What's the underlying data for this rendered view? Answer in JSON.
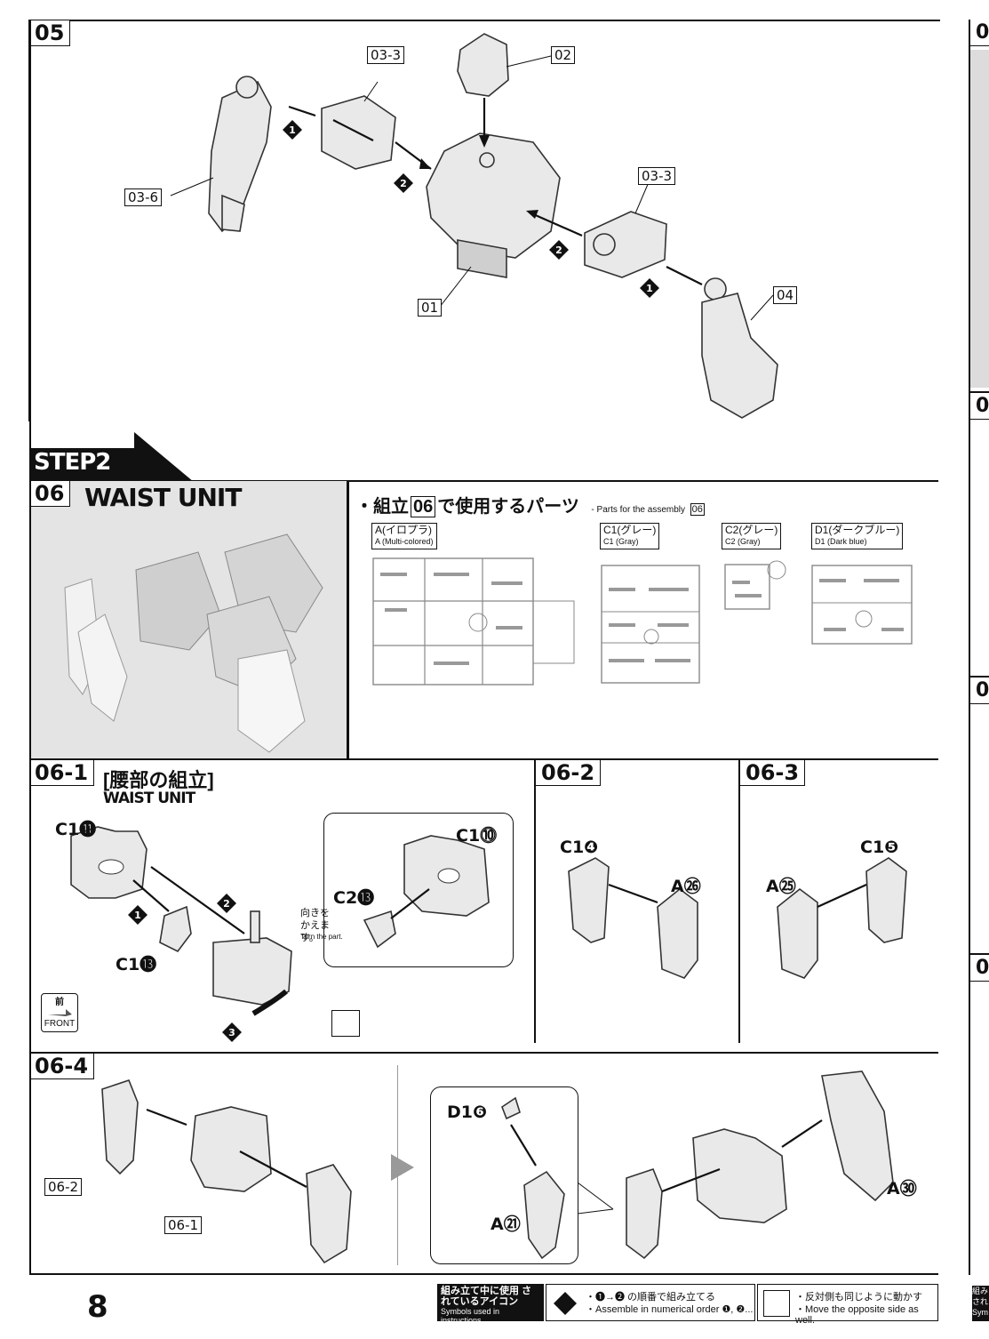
{
  "page_number": "8",
  "step05": {
    "number": "05",
    "labels": {
      "p03_3a": "03-3",
      "p02": "02",
      "p03_6": "03-6",
      "p03_3b": "03-3",
      "p01": "01",
      "p04": "04"
    }
  },
  "step2_banner": "STEP2",
  "step06": {
    "number": "06",
    "title": "WAIST UNIT",
    "parts_heading_jp": "・組立",
    "parts_heading_num": "06",
    "parts_heading_jp2": "で使用するパーツ",
    "parts_heading_en": "- Parts for the assembly",
    "parts_heading_en_num": "06",
    "runners": [
      {
        "jp": "A(イロプラ)",
        "en": "A (Multi-colored)"
      },
      {
        "jp": "C1(グレー)",
        "en": "C1 (Gray)"
      },
      {
        "jp": "C2(グレー)",
        "en": "C2 (Gray)"
      },
      {
        "jp": "D1(ダークブルー)",
        "en": "D1 (Dark blue)"
      }
    ]
  },
  "step06_1": {
    "number": "06-1",
    "title_jp": "[腰部の組立]",
    "title_en": "WAIST UNIT",
    "parts": [
      "C1⓫",
      "C1⓭",
      "C1⓾",
      "C2⓭"
    ],
    "note_jp": "向きを かえます。",
    "note_en": "Turn the part.",
    "front_jp": "前",
    "front_en": "FRONT"
  },
  "step06_2": {
    "number": "06-2",
    "parts": [
      "C1❹",
      "A㉖"
    ]
  },
  "step06_3": {
    "number": "06-3",
    "parts": [
      "C1❺",
      "A㉕"
    ]
  },
  "step06_4": {
    "number": "06-4",
    "labels": [
      "06-2",
      "06-1"
    ],
    "parts": [
      "D1❻",
      "A㉑",
      "A㉚"
    ]
  },
  "footer": {
    "symbols_jp": "組み立て中に使用 されているアイコン",
    "symbols_en": "Symbols used in instructions",
    "order_jp": "・❶→❷ の順番で組み立てる",
    "order_en": "・Assemble in numerical order ❶, ❷...",
    "opposite_jp": "・反対側も同じように動かす",
    "opposite_en": "・Move the opposite side as well."
  },
  "right_strip": {
    "labels": [
      "0",
      "0",
      "0",
      "0"
    ],
    "footer_text": "組み され Sym"
  },
  "colors": {
    "ink": "#111111",
    "part_fill": "#e9e9e9",
    "photo_bg": "#e4e4e4"
  }
}
